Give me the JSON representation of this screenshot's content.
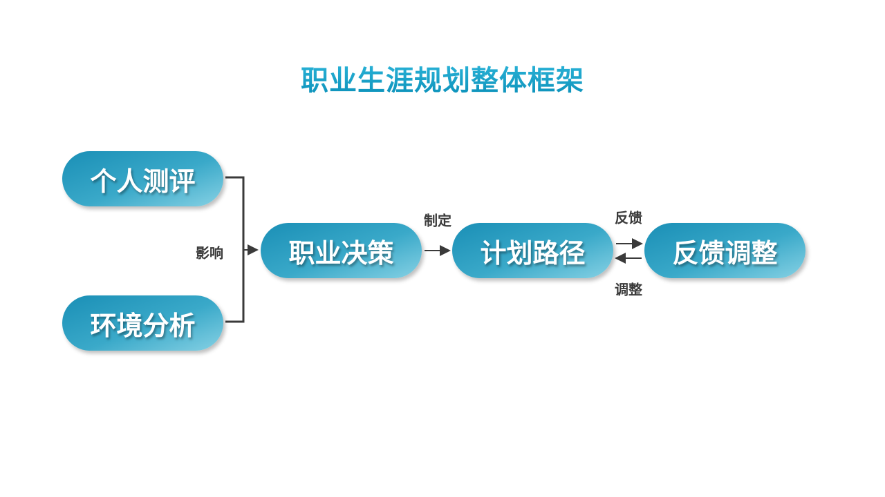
{
  "title": "职业生涯规划整体框架",
  "nodes": {
    "assessment": "个人测评",
    "environment": "环境分析",
    "decision": "职业决策",
    "plan": "计划路径",
    "feedback": "反馈调整"
  },
  "edges": {
    "influence": "影响",
    "formulate": "制定",
    "feedback": "反馈",
    "adjust": "调整"
  },
  "colors": {
    "pill_dark": "#1a8fb6",
    "pill_light": "#86d1e4",
    "line": "#3a3a3a"
  }
}
